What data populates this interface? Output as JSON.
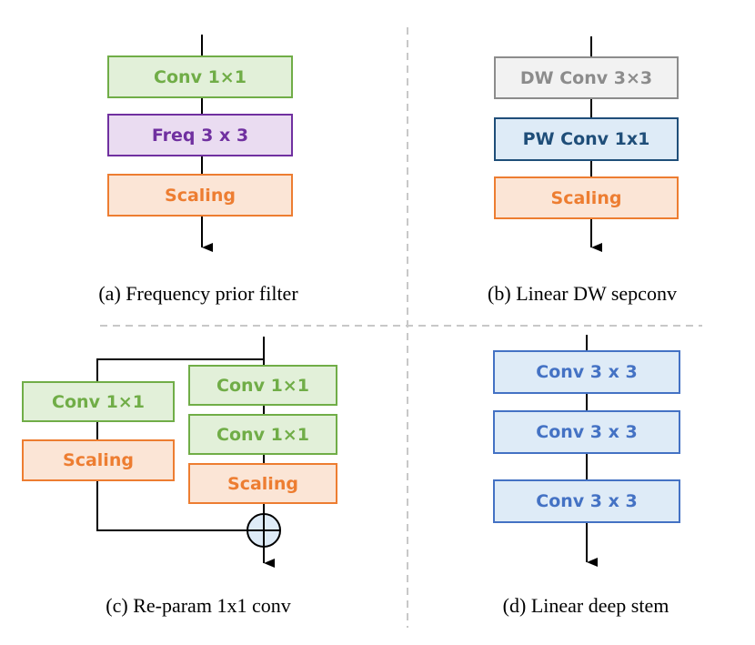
{
  "panel_a": {
    "boxes": [
      "Conv 1×1",
      "Freq 3 x 3",
      "Scaling"
    ],
    "caption": "(a) Frequency prior filter"
  },
  "panel_b": {
    "boxes": [
      "DW Conv 3×3",
      "PW Conv 1x1",
      "Scaling"
    ],
    "caption": "(b) Linear DW sepconv"
  },
  "panel_c": {
    "left_boxes": [
      "Conv 1×1",
      "Scaling"
    ],
    "right_boxes": [
      "Conv 1×1",
      "Conv 1×1",
      "Scaling"
    ],
    "caption": "(c) Re-param 1x1 conv"
  },
  "panel_d": {
    "boxes": [
      "Conv 3 x 3",
      "Conv 3 x 3",
      "Conv 3 x 3"
    ],
    "caption": "(d) Linear deep stem"
  },
  "colors": {
    "conv_green": "#70ad47",
    "freq_purple": "#7030a0",
    "scaling_orange": "#ed7d31",
    "dw_gray": "#8c8c8c",
    "pw_navy": "#1f4e79",
    "stem_blue": "#4472c4",
    "divider": "#c8c8c8"
  }
}
